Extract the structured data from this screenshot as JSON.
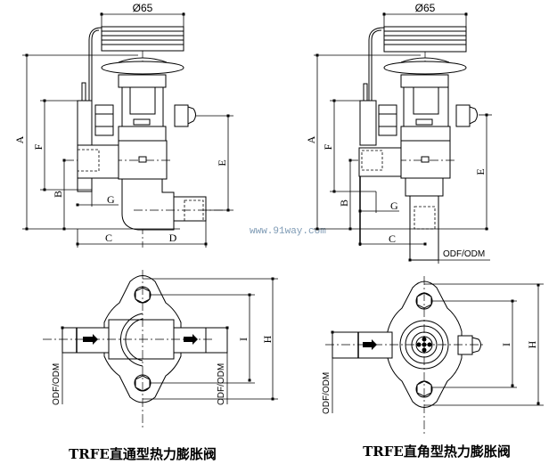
{
  "watermark": "www.91way.com",
  "straight_valve": {
    "title": "TRFE直通型热力膨胀阀",
    "dims": {
      "dia": "Ø65",
      "A": "A",
      "F": "F",
      "B": "B",
      "G": "G",
      "E": "E",
      "C": "C",
      "D": "D",
      "H": "H",
      "I": "I",
      "odf_left": "ODF/ODM",
      "odf_right": "ODF/ODM"
    }
  },
  "angle_valve": {
    "title": "TRFE直角型热力膨胀阀",
    "dims": {
      "dia": "Ø65",
      "A": "A",
      "F": "F",
      "B": "B",
      "G": "G",
      "E": "E",
      "C": "C",
      "odf_bottom": "ODF/ODM",
      "H": "H",
      "I": "I",
      "odf_left": "ODF/ODM"
    }
  }
}
